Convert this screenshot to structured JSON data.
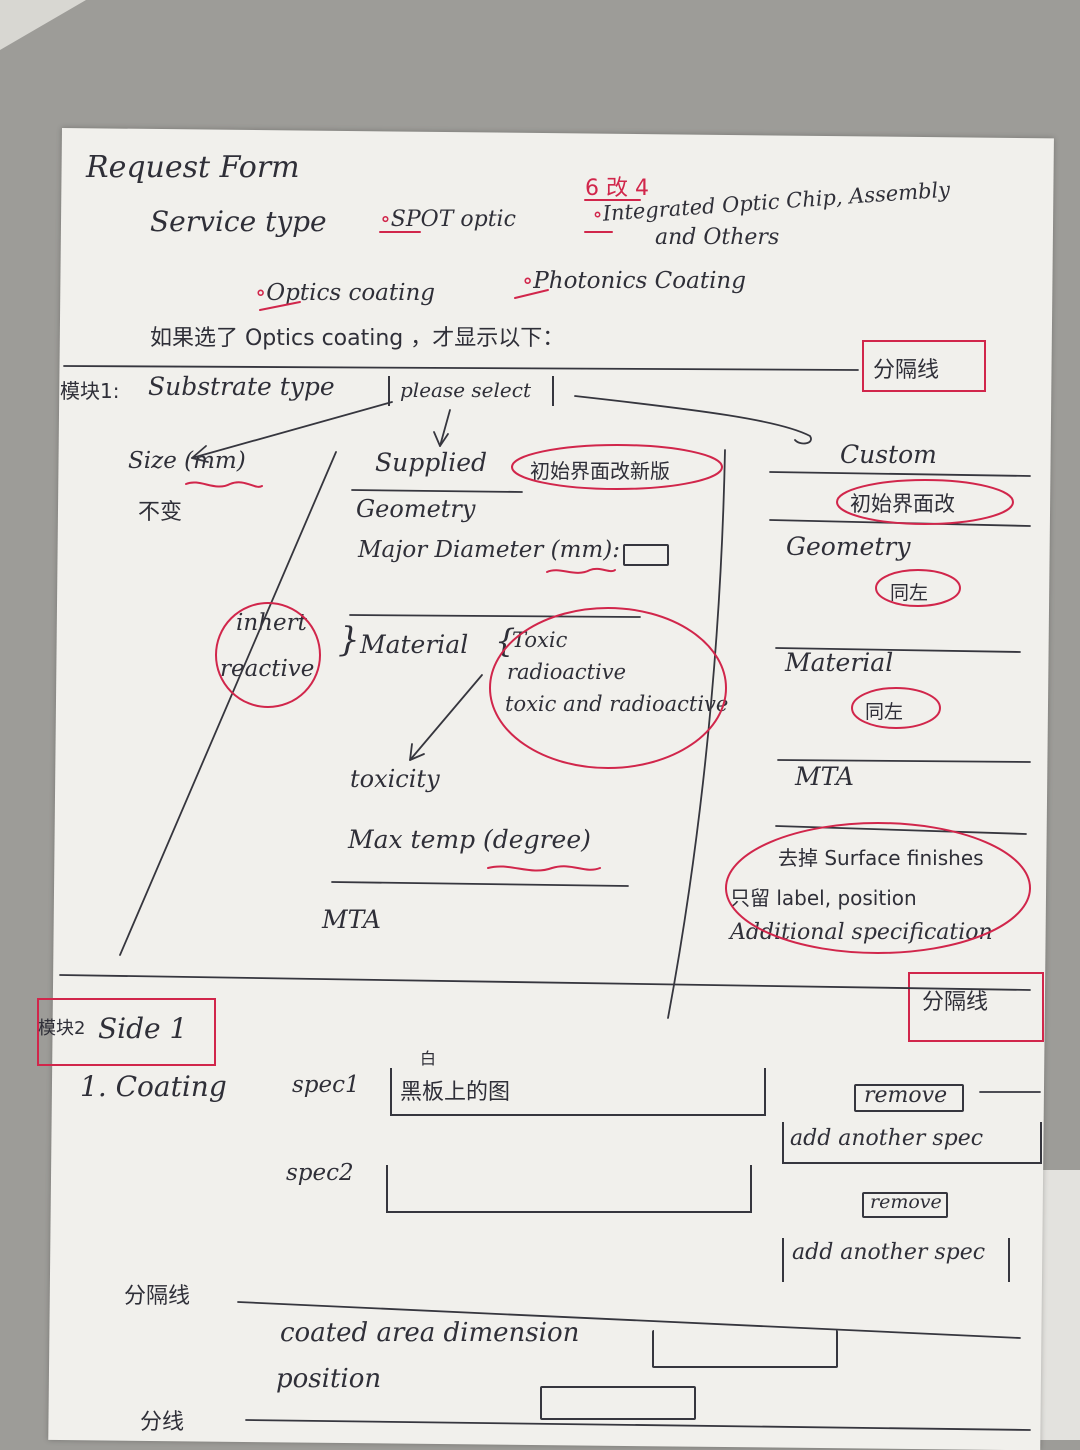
{
  "title": "Request Form",
  "service": {
    "label": "Service type",
    "note_top": "6 改 4",
    "options": [
      "SPOT optic",
      "Integrated Optic Chip, Assembly",
      "and Others",
      "Optics coating",
      "Photonics Coating"
    ],
    "condition": "如果选了 Optics coating ，才显示以下："
  },
  "divider_label": "分隔线",
  "module1": {
    "label": "模块1:",
    "substrate_label": "Substrate type",
    "select_placeholder": "please select",
    "size": "Size (mm)",
    "size_note": "不变",
    "supplied": {
      "title": "Supplied",
      "note": "初始界面改新版",
      "geometry": "Geometry",
      "diameter": "Major Diameter (mm):",
      "inert": "inhert",
      "reactive": "reactive",
      "material": "Material",
      "toxic_options": [
        "Toxic",
        "radioactive",
        "toxic and radioactive"
      ],
      "toxicity": "toxicity",
      "max_temp": "Max temp (degree)",
      "mta": "MTA"
    },
    "custom": {
      "title": "Custom",
      "note": "初始界面改",
      "geometry": "Geometry",
      "geometry_note": "同左",
      "material": "Material",
      "material_note": "同左",
      "mta": "MTA",
      "surface_note": [
        "去掉 Surface finishes",
        "只留 label, position",
        "Additional specification"
      ]
    }
  },
  "module2": {
    "label": "模块2",
    "side": "Side 1",
    "coating": "1. Coating",
    "spec1_label": "spec1",
    "spec1_value": "黑板上的图",
    "spec1_correction": "白",
    "spec2_label": "spec2",
    "remove": "remove",
    "add_spec": "add another spec",
    "divider1": "分隔线",
    "coated_area": "coated area dimension",
    "position": "position",
    "divider2": "分线"
  },
  "colors": {
    "ink": "#2f2f38",
    "red_pen": "#d1264b",
    "paper": "#f1f0ec"
  }
}
